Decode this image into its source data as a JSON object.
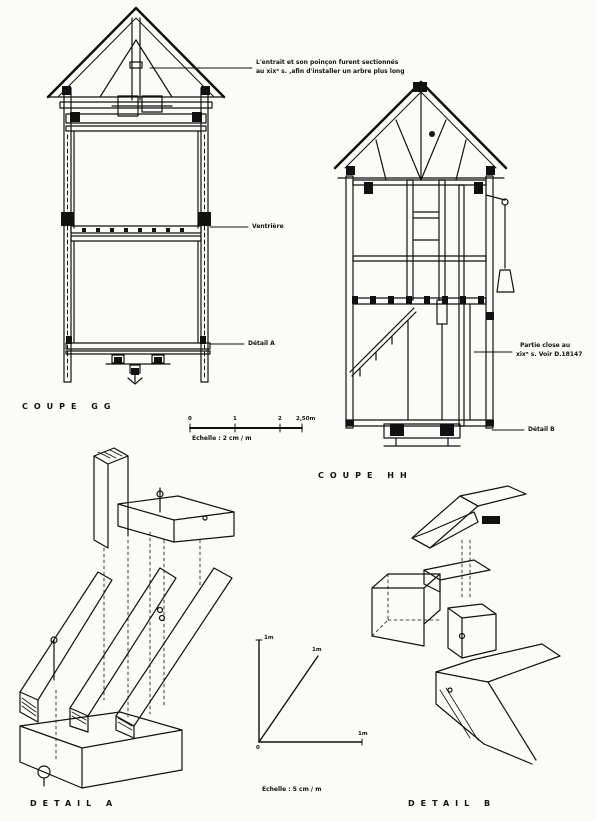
{
  "annotations": {
    "entrait": [
      "L'entrait et son poinçon furent sectionnés",
      "au xixᵉ s. ,afin d'installer un arbre plus long"
    ],
    "ventriere": "Ventrière",
    "detail_a_ref": "Détail A",
    "partie_close": [
      "Partie close au",
      "xixᵉ s. Voir D.18147"
    ],
    "detail_b_ref": "Détail B"
  },
  "captions": {
    "coupe_gg": "COUPE GG",
    "coupe_hh": "COUPE HH",
    "detail_a": "DETAIL A",
    "detail_b": "DETAIL B"
  },
  "scale_bar": {
    "ticks": [
      "0",
      "1",
      "2",
      "2,50m"
    ],
    "label": "Echelle : 2 cm / m"
  },
  "axes_scale": {
    "z_label": "1m",
    "y_label": "1m",
    "x_label": "1m",
    "origin": "0",
    "label": "Echelle : 5 cm / m"
  }
}
